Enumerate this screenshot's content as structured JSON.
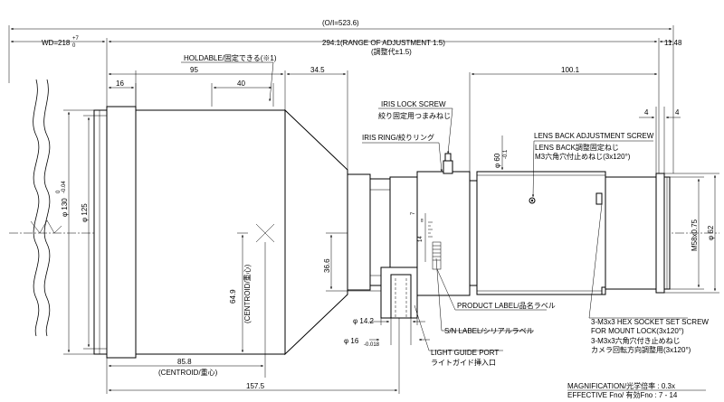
{
  "dims": {
    "overall": "(O/I=523.6)",
    "wd_prefix": "WD=218",
    "wd_tol_plus": "+7",
    "wd_tol_minus": "0",
    "range": "294.1(RANGE OF ADJUSTMENT 1.5)",
    "range_jp": "(調整代±1.5)",
    "back_flange": "11.48",
    "holdable": "HOLDABLE/固定できる(※1)",
    "d16": "16",
    "d95": "95",
    "d40": "40",
    "d34_5": "34.5",
    "d100_1": "100.1",
    "d4a": "4",
    "d4b": "4",
    "dia130": "φ 130",
    "dia130_tol_plus": "0",
    "dia130_tol_minus": "-0.04",
    "dia125": "φ 125",
    "dia60": "φ 60",
    "dia60_tol": "-0.1",
    "dia62": "φ 62",
    "m58": "M58x0.75",
    "d36_6": "36.6",
    "d64_9": "64.9",
    "centroid_v": "(CENTROID/重心)",
    "dia14_2": "φ 14.2",
    "dia16": "φ 16",
    "dia16_tol": "-0.018",
    "d85_8": "85.8",
    "centroid_h": "(CENTROID/重心)",
    "d157_5": "157.5"
  },
  "callouts": {
    "iris_lock_en": "IRIS LOCK SCREW",
    "iris_lock_jp": "絞り固定用つまみねじ",
    "iris_ring": "IRIS RING/絞りリング",
    "lens_back_en": "LENS BACK ADJUSTMENT SCREW",
    "lens_back_jp1": "LENS BACK調整固定ねじ",
    "lens_back_jp2": "M3六角穴付止めねじ(3x120°)",
    "product_label": "PRODUCT LABEL/品名ラベル",
    "sn_label": "S/N LABEL/シリアルラベル",
    "light_guide_en": "LIGHT GUIDE PORT",
    "light_guide_jp": "ライトガイド挿入口",
    "hex_en1": "3-M3x3 HEX SOCKET SET SCREW",
    "hex_en2": "FOR MOUNT LOCK(3x120°)",
    "hex_jp1": "3-M3x3六角穴付き止めねじ",
    "hex_jp2": "カメラ回転方向調整用(3x120°)"
  },
  "notes": {
    "magnification": "MAGNIFICATION/光学倍率 : 0.3x",
    "effective_fno": "EFFECTIVE Fno/ 有効Fno : 7 - 14"
  },
  "iris_scale": {
    "top": "∞",
    "mid": "14",
    "mark": "7"
  }
}
